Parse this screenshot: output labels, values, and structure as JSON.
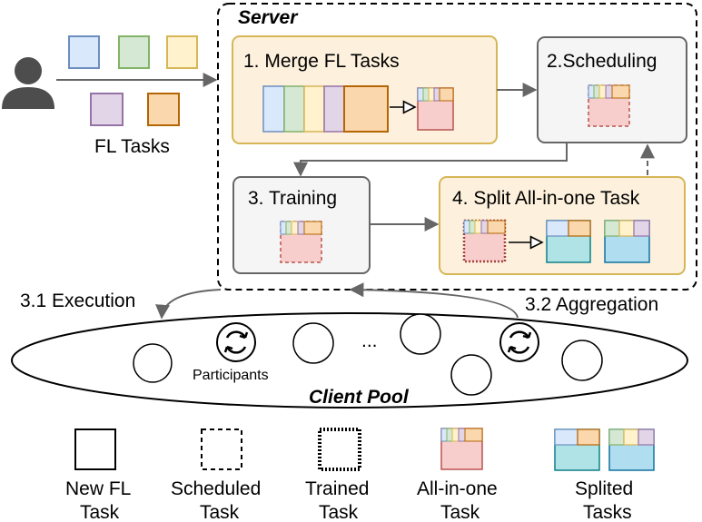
{
  "server": {
    "title": "Server"
  },
  "steps": {
    "merge": "1. Merge FL Tasks",
    "scheduling": "2.Scheduling",
    "training": "3. Training",
    "split": "4. Split All-in-one Task"
  },
  "fl_tasks_label": "FL Tasks",
  "edges": {
    "execution": "3.1 Execution",
    "aggregation": "3.2 Aggregation"
  },
  "client_pool": {
    "title": "Client Pool",
    "participants_label": "Participants",
    "ellipsis": "..."
  },
  "legend": [
    {
      "line1": "New FL",
      "line2": "Task"
    },
    {
      "line1": "Scheduled",
      "line2": "Task"
    },
    {
      "line1": "Trained",
      "line2": "Task"
    },
    {
      "line1": "All-in-one",
      "line2": "Task"
    },
    {
      "line1": "Splited",
      "line2": "Tasks"
    }
  ],
  "colors": {
    "task_blue": "#dae8fc",
    "task_green": "#d5e8d4",
    "task_yellow": "#fff2cc",
    "task_purple": "#e1d5e7",
    "task_orange": "#fad7ac",
    "step_orange_bg": "#fdf1dd",
    "step_orange_border": "#d6b656",
    "step_gray_bg": "#f5f5f5",
    "task_red": "#f8cecc",
    "split_teal": "#b0e3e6",
    "split_blue": "#b1ddf0",
    "arrow": "#666666"
  }
}
